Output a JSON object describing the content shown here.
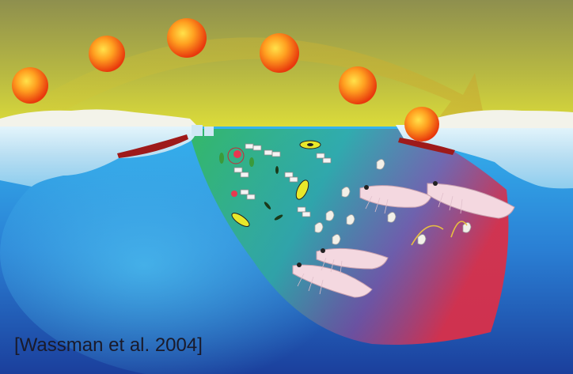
{
  "citation": "[Wassman et al. 2004]",
  "colors": {
    "sky_top": "#8f8f4c",
    "sky_glow": "#dede3a",
    "sun_core": "#ffd23c",
    "sun_edge": "#f0400c",
    "ice_top": "#f4f4ee",
    "ice_blue": "#a8d8f0",
    "ice_algae": "#a01818",
    "ocean_light": "#30a8e8",
    "ocean_deep": "#1a3f9e",
    "bloom_green": "#39b86c",
    "bloom_red": "#d83848",
    "krill": "#f2d4dc"
  },
  "icons": [
    "sun-icon",
    "sea-ice",
    "ice-algae",
    "diatom-chain-icon",
    "dinoflagellate-icon",
    "copepod-icon",
    "pteropod-icon",
    "krill-icon"
  ]
}
